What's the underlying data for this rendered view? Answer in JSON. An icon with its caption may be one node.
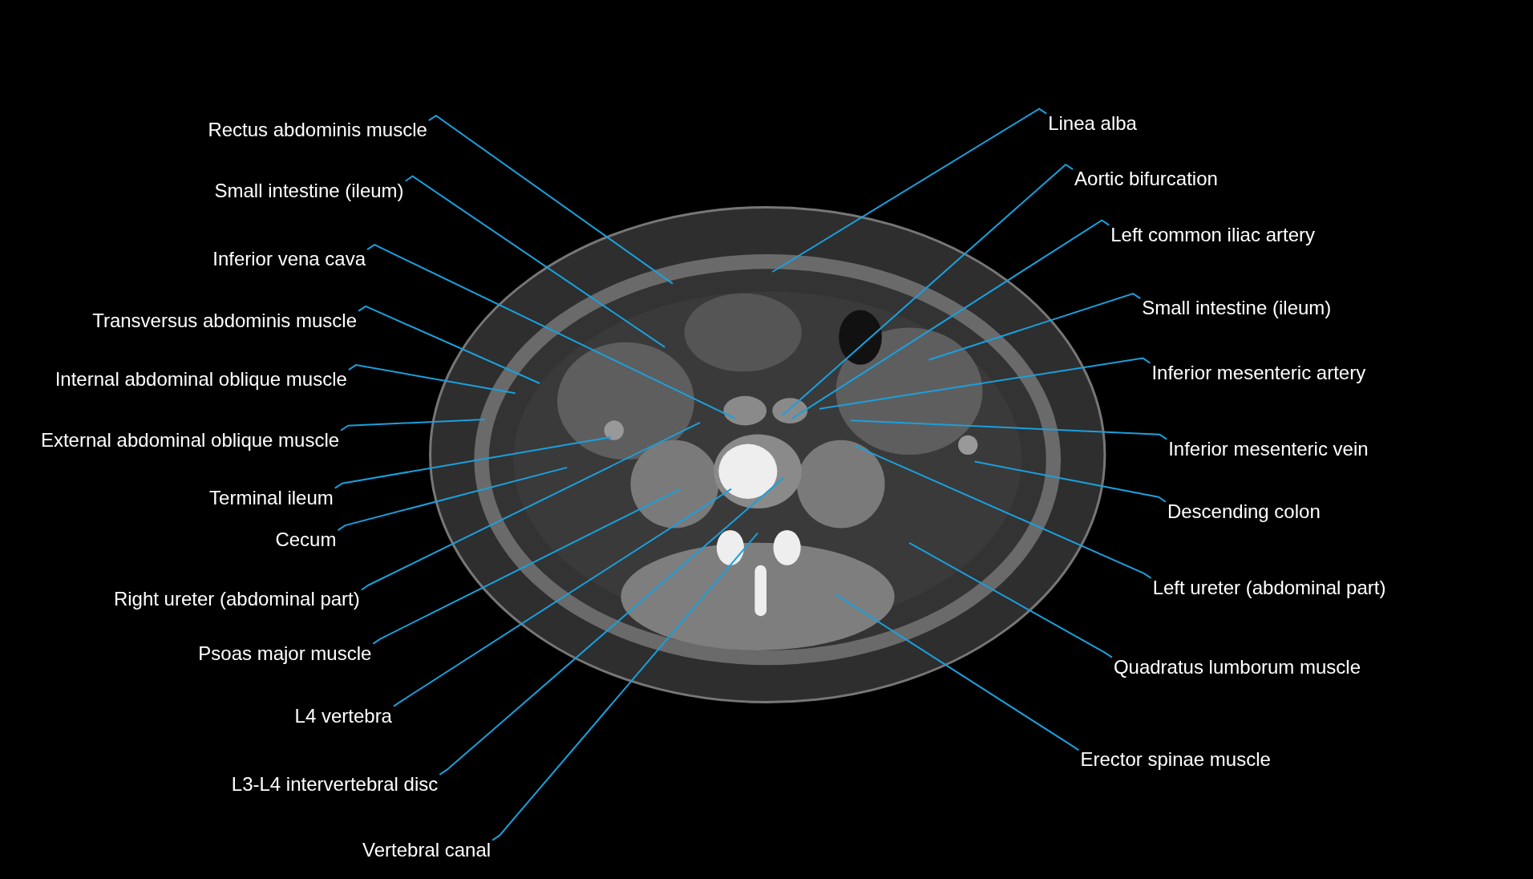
{
  "diagram": {
    "nodes": [
      {
        "text": [
          "Rectus abdominis muscle"
        ]
      },
      {
        "text": [
          "Small intestine (ileum)"
        ]
      },
      {
        "text": [
          "Inferior vena cava"
        ]
      },
      {
        "text": [
          "Transversus abdominis muscle"
        ]
      },
      {
        "text": [
          "Internal abdominal oblique muscle"
        ]
      },
      {
        "text": [
          "External abdominal oblique muscle"
        ]
      },
      {
        "text": [
          "Terminal ileum"
        ]
      },
      {
        "text": [
          "Cecum"
        ]
      },
      {
        "text": [
          "Right ureter (abdominal part)"
        ]
      },
      {
        "text": [
          "Psoas major muscle"
        ]
      },
      {
        "text": [
          "L4 vertebra"
        ]
      },
      {
        "text": [
          "L3-L4 intervertebral disc"
        ]
      },
      {
        "text": [
          "Vertebral canal"
        ]
      },
      {
        "text": [
          "Linea alba"
        ]
      },
      {
        "text": [
          "Aortic bifurcation"
        ]
      },
      {
        "text": [
          "Left common iliac artery"
        ]
      },
      {
        "text": [
          "Small intestine (ileum)"
        ]
      },
      {
        "text": [
          "Inferior mesenteric artery"
        ]
      },
      {
        "text": [
          "Inferior mesenteric vein"
        ]
      },
      {
        "text": [
          "Descending colon"
        ]
      },
      {
        "text": [
          "Left ureter (abdominal part)"
        ]
      },
      {
        "text": [
          "Quadratus lumborum muscle"
        ]
      },
      {
        "text": [
          "Erector spinae muscle"
        ]
      }
    ],
    "edges": [
      {
        "from": 0,
        "to": null,
        "arrow": "none"
      },
      {
        "from": 1,
        "to": null,
        "arrow": "none"
      },
      {
        "from": 2,
        "to": null,
        "arrow": "none"
      },
      {
        "from": 3,
        "to": null,
        "arrow": "none"
      },
      {
        "from": 4,
        "to": null,
        "arrow": "none"
      },
      {
        "from": 5,
        "to": null,
        "arrow": "none"
      },
      {
        "from": 6,
        "to": null,
        "arrow": "none"
      },
      {
        "from": 7,
        "to": null,
        "arrow": "none"
      },
      {
        "from": 8,
        "to": null,
        "arrow": "none"
      },
      {
        "from": 9,
        "to": null,
        "arrow": "none"
      },
      {
        "from": 10,
        "to": null,
        "arrow": "none"
      },
      {
        "from": 11,
        "to": null,
        "arrow": "none"
      },
      {
        "from": 12,
        "to": null,
        "arrow": "none"
      },
      {
        "from": 13,
        "to": null,
        "arrow": "none"
      },
      {
        "from": 14,
        "to": null,
        "arrow": "none"
      },
      {
        "from": 15,
        "to": null,
        "arrow": "none"
      },
      {
        "from": 16,
        "to": null,
        "arrow": "none"
      },
      {
        "from": 17,
        "to": null,
        "arrow": "none"
      },
      {
        "from": 18,
        "to": null,
        "arrow": "none"
      },
      {
        "from": 19,
        "to": null,
        "arrow": "none"
      },
      {
        "from": 20,
        "to": null,
        "arrow": "none"
      },
      {
        "from": 21,
        "to": null,
        "arrow": "none"
      },
      {
        "from": 22,
        "to": null,
        "arrow": "none"
      }
    ]
  }
}
